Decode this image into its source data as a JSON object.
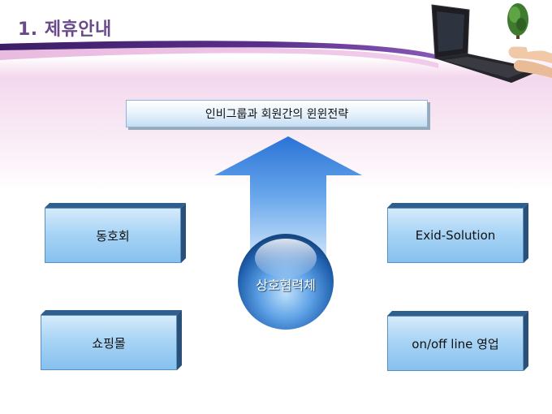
{
  "title": "1. 제휴안내",
  "strategy": "인비그룹과 회원간의 윈윈전략",
  "center": "상호협력체",
  "left_boxes": [
    "동호회",
    "쇼핑몰"
  ],
  "right_boxes": [
    "Exid-Solution",
    "on/off line 영업"
  ],
  "colors": {
    "title": "#6a4a8a",
    "box_face": "#a9d4f5",
    "box_edge": "#2f5f8c",
    "arrow": "#3f86e0",
    "sphere": "#2a72c8"
  },
  "decor": {
    "header_image": "laptop-with-tree-icon"
  }
}
